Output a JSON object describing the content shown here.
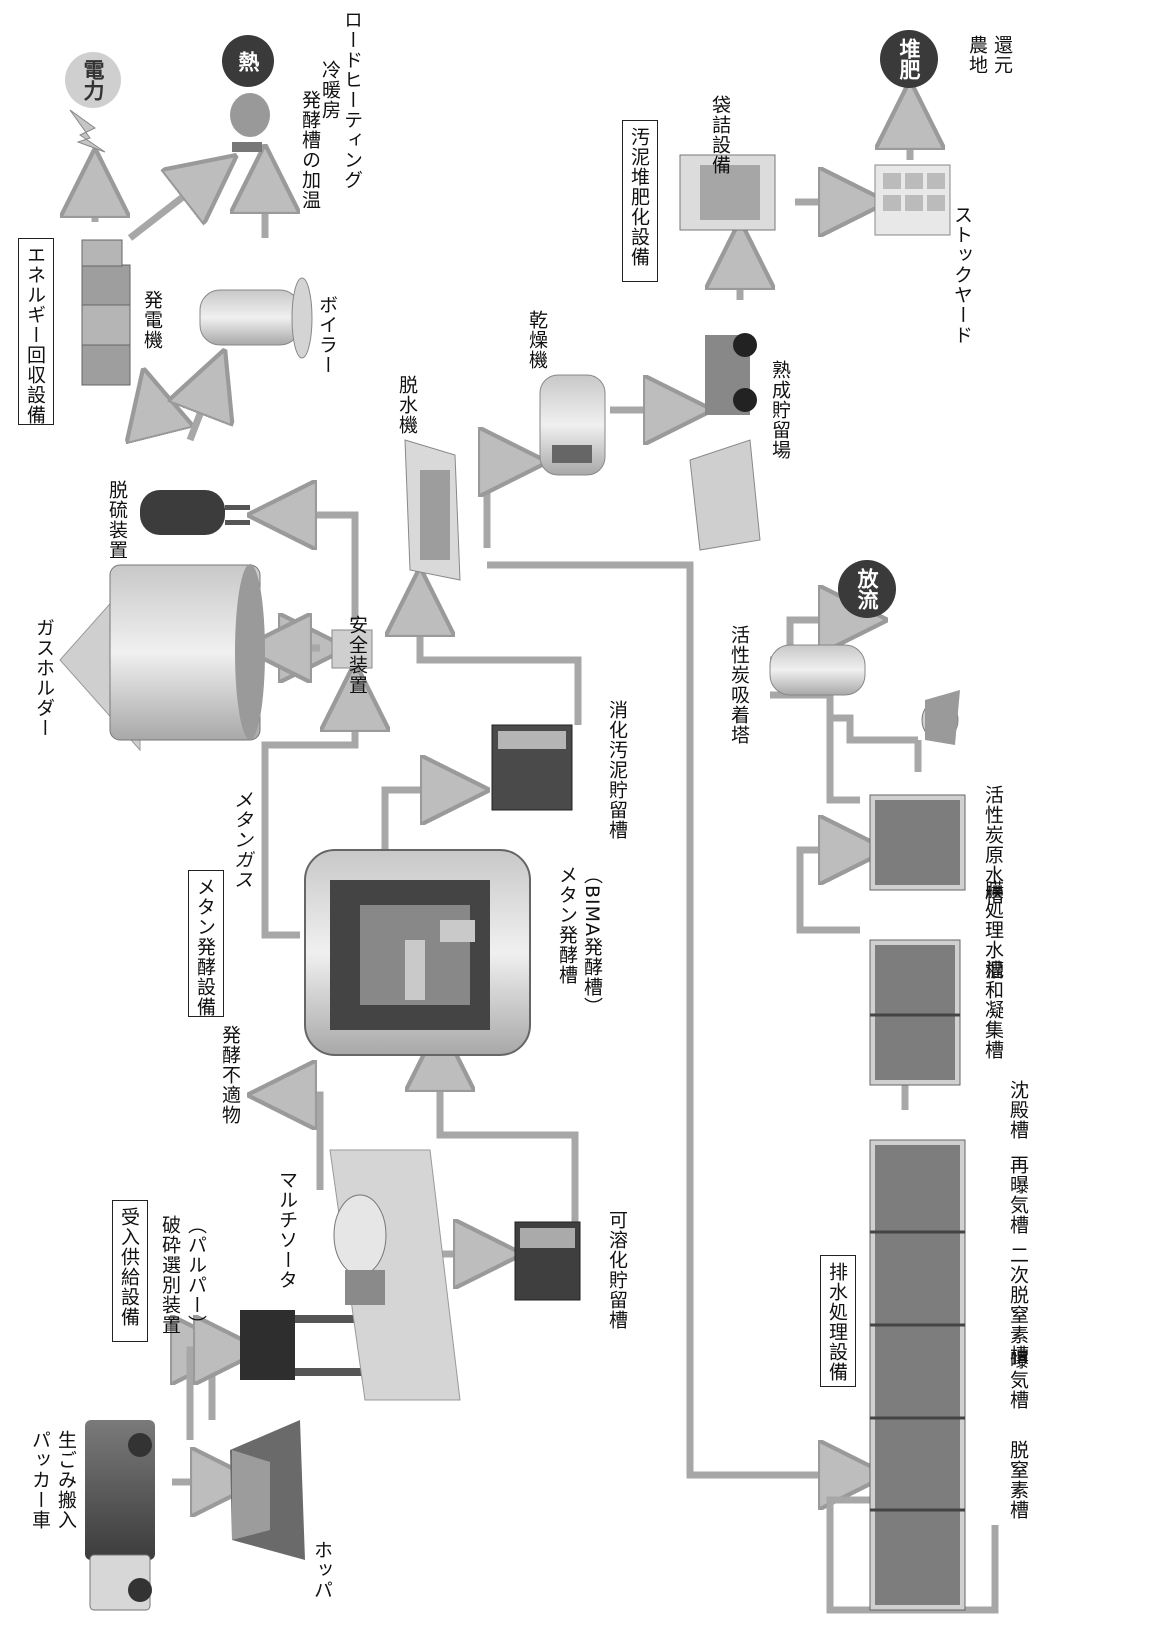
{
  "sections": {
    "intake": "受入供給設備",
    "methane": "メタン発酵設備",
    "energy": "エネルギー回収設備",
    "compost": "汚泥堆肥化設備",
    "wastewater": "排水処理設備"
  },
  "labels": {
    "packer_line1": "パッカー車",
    "packer_line2": "生ごみ搬入",
    "hopper": "ホッパ",
    "pulper_line1": "破砕選別装置",
    "pulper_line2": "（パルパー）",
    "multisorter": "マルチソータ",
    "unfit": "発酵不適物",
    "solubilized_tank": "可溶化貯留槽",
    "methane_tank_line1": "メタン発酵槽",
    "methane_tank_line2": "（BIMA発酵槽）",
    "methane_gas": "メタンガス",
    "digested_sludge_tank": "消化汚泥貯留槽",
    "gas_holder": "ガスホルダー",
    "safety_device": "安全装置",
    "desulfurizer": "脱硫装置",
    "generator": "発電機",
    "boiler": "ボイラー",
    "dewatering": "脱水機",
    "dryer": "乾燥機",
    "maturing_yard": "熟成貯留場",
    "bagging": "袋詰設備",
    "stockyard": "ストックヤード",
    "heat_use_line1": "発酵槽の加温",
    "heat_use_line2": "冷暖房",
    "heat_use_line3": "ロードヒーティング",
    "farmland_line1": "農地",
    "farmland_line2": "還元",
    "activated_carbon_tower": "活性炭吸着塔",
    "denitrification_tank": "脱窒素槽",
    "aeration_tank": "曝気槽",
    "secondary_denitrification_tank": "二次脱窒素槽",
    "reaeration_tank": "再曝気槽",
    "settling_tank": "沈殿槽",
    "coagulation_tank": "混和凝集槽",
    "membrane_tank": "膜処理水槽",
    "activated_carbon_raw_tank": "活性炭原水槽"
  },
  "badges": {
    "electricity": "電力",
    "heat": "熱",
    "compost": "堆肥",
    "discharge": "放流"
  }
}
